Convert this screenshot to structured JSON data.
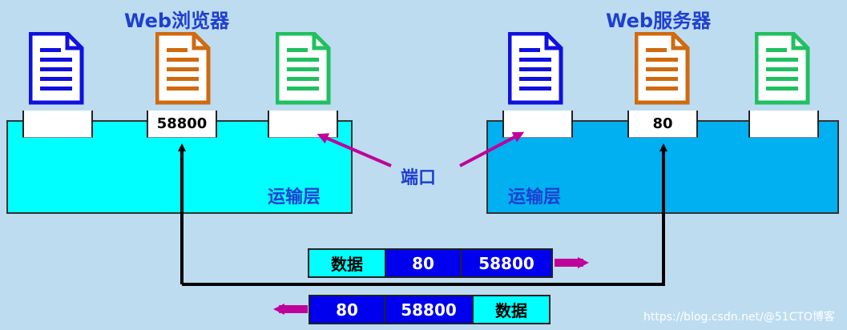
{
  "browser": {
    "title": "Web浏览器",
    "port": "58800"
  },
  "server": {
    "title": "Web服务器",
    "port": "80"
  },
  "transport_label": "运输层",
  "port_label": "端口",
  "packet_out": {
    "cells": [
      "数据",
      "80",
      "58800"
    ]
  },
  "packet_back": {
    "cells": [
      "80",
      "58800",
      "数据"
    ]
  },
  "watermark": "https://blog.csdn.net/@51CTO博客",
  "icons": [
    "document-icon"
  ],
  "colors": {
    "doc_blue": "#1010e0",
    "doc_orange": "#d06a10",
    "doc_green": "#20c060",
    "left_layer": "#00ffff",
    "right_layer": "#00b0f0",
    "arrow_magenta": "#c0009a",
    "packet_data": "#00ffff",
    "packet_num": "#0000ee"
  }
}
